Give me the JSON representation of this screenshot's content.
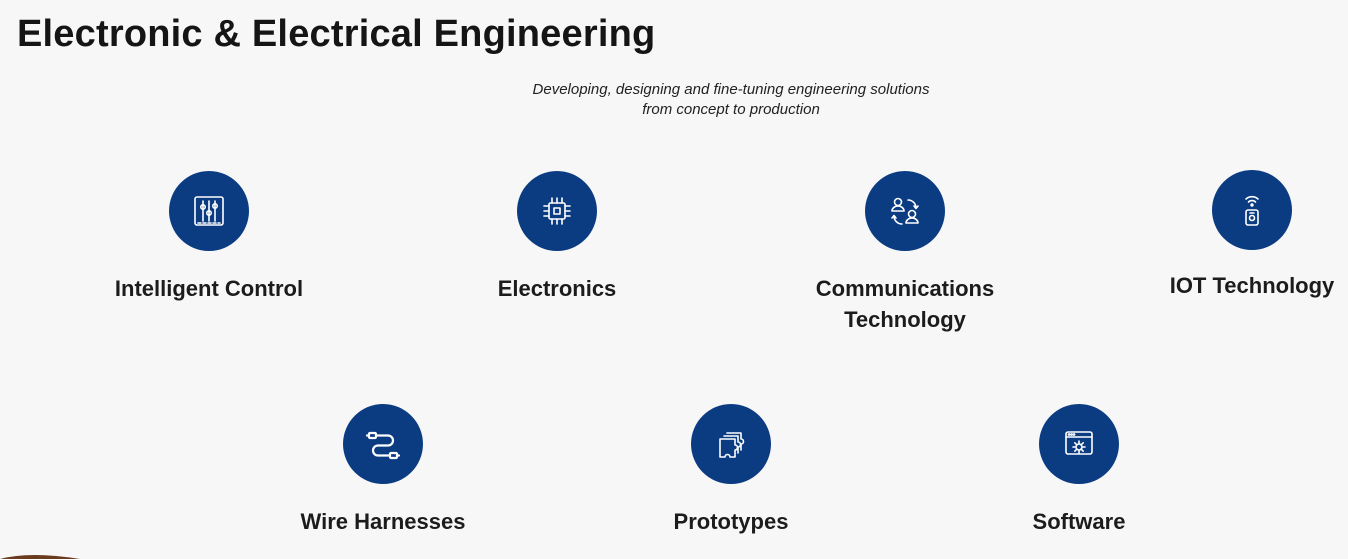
{
  "page": {
    "title": "Electronic & Electrical Engineering",
    "subtitle": "Developing, designing and fine-tuning engineering solutions from concept to production"
  },
  "services": [
    {
      "label": "Intelligent Control",
      "icon": "control-sliders-icon"
    },
    {
      "label": "Electronics",
      "icon": "microchip-icon"
    },
    {
      "label": "Communications Technology",
      "icon": "users-exchange-icon"
    },
    {
      "label": "IOT Technology",
      "icon": "wifi-device-icon"
    },
    {
      "label": "Wire Harnesses",
      "icon": "cable-icon"
    },
    {
      "label": "Prototypes",
      "icon": "puzzle-pieces-icon"
    },
    {
      "label": "Software",
      "icon": "browser-gear-icon"
    }
  ],
  "colors": {
    "accent": "#0b3c82",
    "background": "#f7f7f7",
    "text": "#1a1a1a"
  }
}
